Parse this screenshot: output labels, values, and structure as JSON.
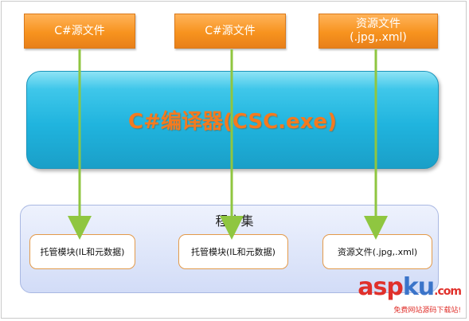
{
  "sources": [
    {
      "label": "C#源文件"
    },
    {
      "label": "C#源文件"
    },
    {
      "label_line1": "资源文件",
      "label_line2": "(.jpg,.xml)"
    }
  ],
  "compiler": {
    "label": "C#编译器(CSC.exe)"
  },
  "assembly": {
    "title": "程序集",
    "modules": [
      {
        "label": "托管模块(IL和元数据)"
      },
      {
        "label": "托管模块(IL和元数据)"
      },
      {
        "label": "资源文件(.jpg,.xml)"
      }
    ]
  },
  "watermark": {
    "main_red": "asp",
    "main_blue": "ku",
    "suffix": ".com",
    "sub": "免费网站源码下载站!"
  },
  "colors": {
    "source_fill": "#f7931e",
    "compiler_fill": "#20b4de",
    "compiler_text": "#f47a1f",
    "arrow": "#8fc640",
    "assembly_fill": "#d2dcf7"
  }
}
